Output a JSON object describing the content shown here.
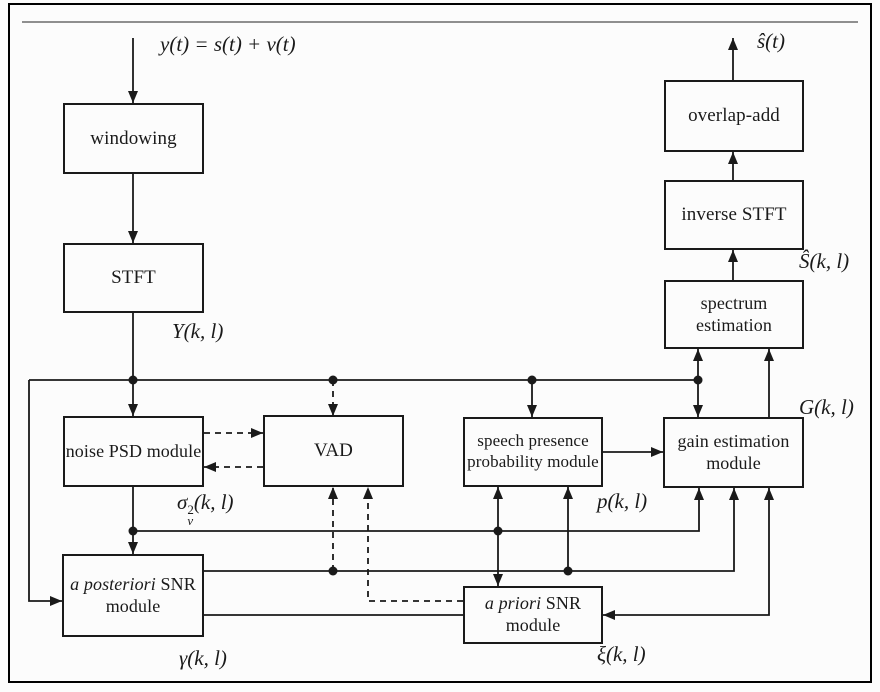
{
  "figure": {
    "title": "single-channel speech enhancement block diagram",
    "colors": {
      "line": "#1a1a1a",
      "frame": "#000000",
      "top_rule": "#8f8f8f",
      "background": "#fcfcfc"
    },
    "boxes": {
      "windowing": {
        "label": "windowing"
      },
      "stft": {
        "label": "STFT"
      },
      "noise_psd": {
        "label": "noise PSD module"
      },
      "vad": {
        "label": "VAD"
      },
      "speech_presence": {
        "line1": "speech presence",
        "line2": "probability module"
      },
      "gain_estimation": {
        "line1": "gain estimation",
        "line2": "module"
      },
      "a_posteriori": {
        "italic": "a posteriori",
        "rest": " SNR",
        "line2": "module"
      },
      "a_priori": {
        "italic": "a priori",
        "rest": " SNR",
        "line2": "module"
      },
      "spectrum_estimation": {
        "line1": "spectrum",
        "line2": "estimation"
      },
      "inverse_stft": {
        "label": "inverse STFT"
      },
      "overlap_add": {
        "label": "overlap-add"
      }
    },
    "signal_labels": {
      "input": "y(t) = s(t) + v(t)",
      "stft_output": "Y(k, l)",
      "noise_psd_output": {
        "base": "σ",
        "sup": "2",
        "sub": "v",
        "args": "(k, l)"
      },
      "a_posteriori_output": "γ(k, l)",
      "speech_presence_output": "p(k, l)",
      "a_priori_output": "ξ(k, l)",
      "gain_output": "G(k, l)",
      "spectrum_output": "Ŝ(k, l)",
      "final_output": "ŝ(t)"
    }
  }
}
